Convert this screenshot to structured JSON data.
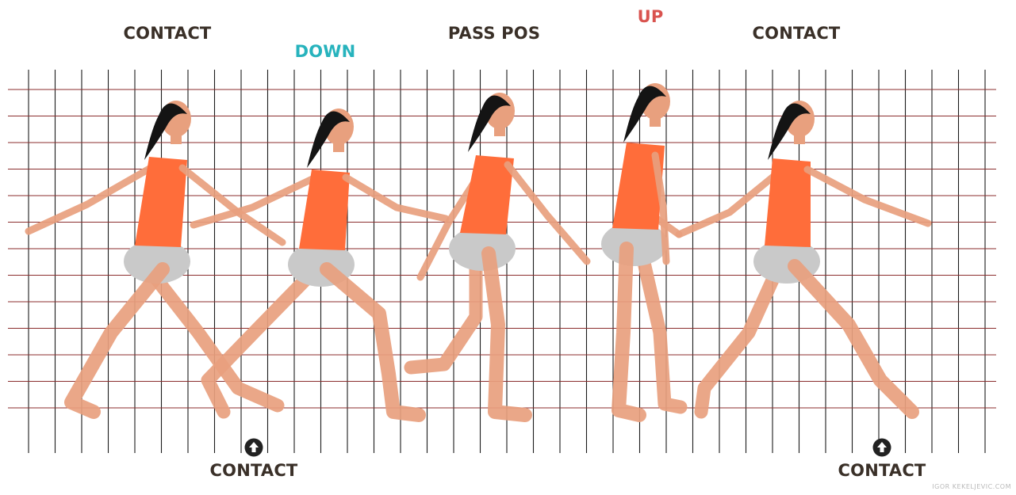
{
  "labels": {
    "contact_top_1": "CONTACT",
    "down": "DOWN",
    "pass_pos": "PASS POS",
    "up": "UP",
    "contact_top_2": "CONTACT",
    "contact_bottom_1": "CONTACT",
    "contact_bottom_2": "CONTACT"
  },
  "credit": "IGOR KEKELJEVIC.COM",
  "colors": {
    "label_dark": "#3a3028",
    "label_down": "#27b3bd",
    "label_up": "#d9534f",
    "grid_vertical": "#1c1c1c",
    "grid_horizontal": "#8b2e2e",
    "skin": "#e8a07e",
    "top": "#ff6d3a",
    "shorts": "#c9c9c9",
    "hair": "#141414",
    "arrow_circle": "#222222"
  },
  "icons": {
    "contact_marker": "arrow-up-circle-icon"
  },
  "poses": [
    "contact",
    "down",
    "pass-pos",
    "up",
    "contact"
  ]
}
